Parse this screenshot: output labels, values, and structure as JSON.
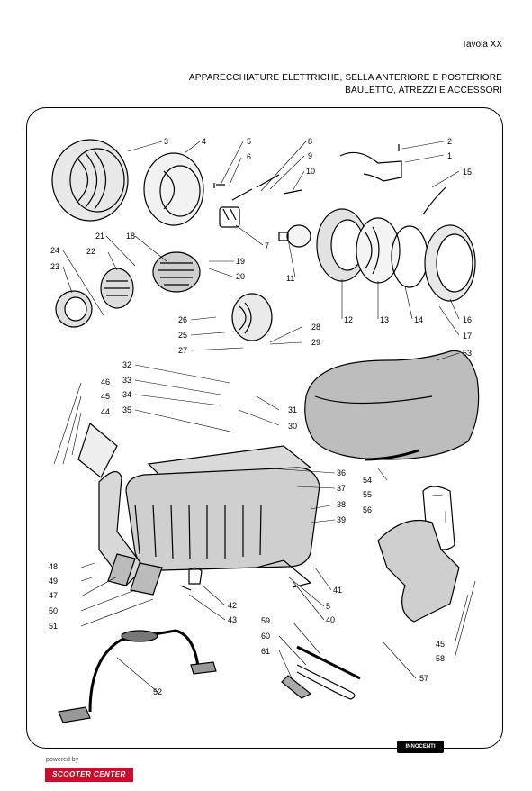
{
  "header": {
    "tavola": "Tavola XX",
    "title_line1": "APPARECCHIATURE ELETTRICHE, SELLA ANTERIORE E POSTERIORE",
    "title_line2": "BAULETTO, ATREZZI E ACCESSORI"
  },
  "footer": {
    "powered_by": "powered by",
    "brand_logo": "SCOOTER CENTER",
    "innocenti_logo": "INNOCENTI"
  },
  "part_numbers": [
    "1",
    "2",
    "3",
    "4",
    "5",
    "6",
    "7",
    "8",
    "9",
    "10",
    "11",
    "12",
    "13",
    "14",
    "15",
    "16",
    "17",
    "18",
    "19",
    "20",
    "21",
    "22",
    "23",
    "24",
    "25",
    "26",
    "27",
    "28",
    "29",
    "30",
    "31",
    "32",
    "33",
    "34",
    "35",
    "36",
    "37",
    "38",
    "39",
    "40",
    "41",
    "42",
    "43",
    "44",
    "45",
    "46",
    "47",
    "48",
    "49",
    "50",
    "51",
    "52",
    "53",
    "54",
    "55",
    "56",
    "57",
    "58",
    "59",
    "60",
    "61"
  ],
  "icons": {
    "headlamp": "headlamp-icon",
    "saddle": "saddle-icon",
    "toolbox": "toolbox-icon",
    "stand": "stand-icon",
    "horn": "horn-icon"
  }
}
